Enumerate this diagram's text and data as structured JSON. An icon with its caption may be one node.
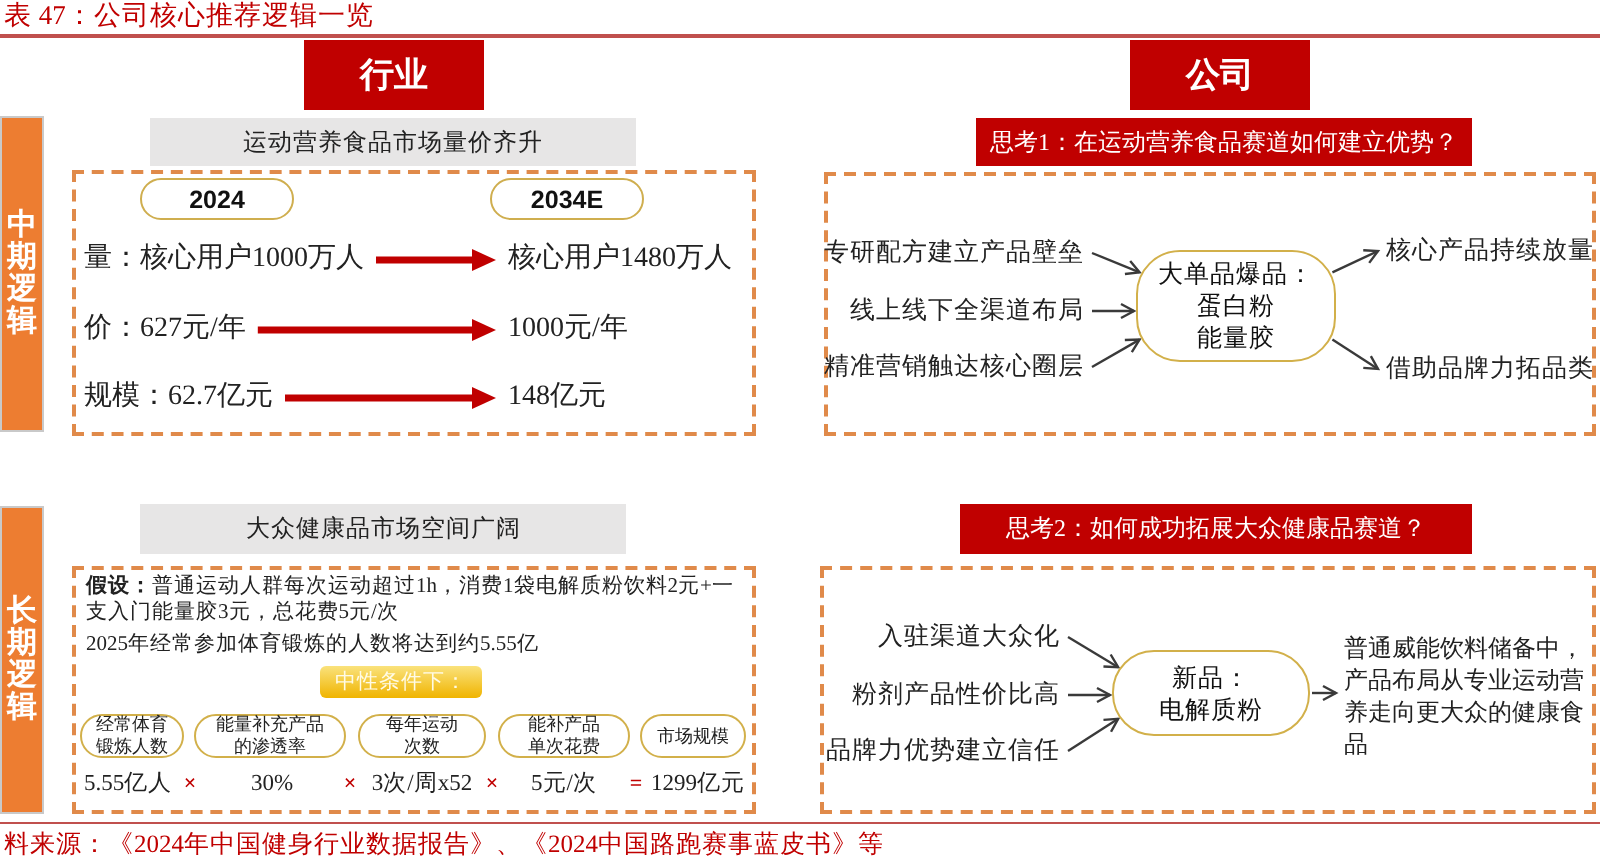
{
  "diagram": {
    "title": "表 47：公司核心推荐逻辑一览",
    "caption": "料来源：《2024年中国健身行业数据报告》、《2024中国路跑赛事蓝皮书》等",
    "nodes": [
      {
        "text": [
          "行业"
        ]
      },
      {
        "text": [
          "公司"
        ]
      },
      {
        "text": [
          "中期逻辑"
        ]
      },
      {
        "text": [
          "运动营养食品市场量价齐升"
        ]
      },
      {
        "text": [],
        "shape": "box"
      },
      {
        "text": [
          "2024"
        ],
        "in": 4
      },
      {
        "text": [
          "2034E"
        ],
        "in": 4
      },
      {
        "text": [
          "量：核心用户1000万人"
        ],
        "in": 4
      },
      {
        "text": [
          "核心用户1480万人"
        ],
        "in": 4
      },
      {
        "text": [
          "价：627元/年"
        ],
        "in": 4
      },
      {
        "text": [
          "1000元/年"
        ],
        "in": 4
      },
      {
        "text": [
          "规模：62.7亿元"
        ],
        "in": 4
      },
      {
        "text": [
          "148亿元"
        ],
        "in": 4
      },
      {
        "text": [
          "思考1：在运动营养食品赛道如何建立优势？"
        ]
      },
      {
        "text": [],
        "shape": "box"
      },
      {
        "text": [
          "专研配方建立产品壁垒"
        ],
        "in": 14
      },
      {
        "text": [
          "线上线下全渠道布局"
        ],
        "in": 14
      },
      {
        "text": [
          "精准营销触达核心圈层"
        ],
        "in": 14
      },
      {
        "text": [
          "大单品爆品：",
          "蛋白粉",
          "能量胶"
        ],
        "in": 14
      },
      {
        "text": [
          "核心产品持续放量"
        ],
        "in": 14
      },
      {
        "text": [
          "借助品牌力拓品类"
        ],
        "in": 14
      },
      {
        "text": [
          "长期逻辑"
        ]
      },
      {
        "text": [
          "大众健康品市场空间广阔"
        ]
      },
      {
        "text": [],
        "shape": "box"
      },
      {
        "text": [
          "中性条件下："
        ],
        "in": 23
      },
      {
        "text": [
          "经常体育锻炼人数"
        ],
        "in": 23
      },
      {
        "text": [
          "能量补充产品的渗透率"
        ],
        "in": 23
      },
      {
        "text": [
          "每年运动次数"
        ],
        "in": 23
      },
      {
        "text": [
          "能补产品单次花费"
        ],
        "in": 23
      },
      {
        "text": [
          "市场规模"
        ],
        "in": 23
      },
      {
        "text": [
          "思考2：如何成功拓展大众健康品赛道？"
        ]
      },
      {
        "text": [],
        "shape": "box"
      },
      {
        "text": [
          "入驻渠道大众化"
        ],
        "in": 31
      },
      {
        "text": [
          "粉剂产品性价比高"
        ],
        "in": 31
      },
      {
        "text": [
          "品牌力优势建立信任"
        ],
        "in": 31
      },
      {
        "text": [
          "新品：",
          "电解质粉"
        ],
        "in": 31
      },
      {
        "text": [
          "普通威能饮料储备中，产品布局从专业运动营养走向更大众的健康食品"
        ],
        "in": 31
      }
    ],
    "edges": [
      {
        "from": 7,
        "to": 8,
        "arrow": "to",
        "style": "thick",
        "color": "#c00000"
      },
      {
        "from": 9,
        "to": 10,
        "arrow": "to",
        "style": "thick",
        "color": "#c00000"
      },
      {
        "from": 11,
        "to": 12,
        "arrow": "to",
        "style": "thick",
        "color": "#c00000"
      },
      {
        "from": 15,
        "to": 18,
        "arrow": "to"
      },
      {
        "from": 16,
        "to": 18,
        "arrow": "to"
      },
      {
        "from": 17,
        "to": 18,
        "arrow": "to"
      },
      {
        "from": 18,
        "to": 19,
        "arrow": "to"
      },
      {
        "from": 18,
        "to": 20,
        "arrow": "to"
      },
      {
        "from": 32,
        "to": 35,
        "arrow": "to"
      },
      {
        "from": 33,
        "to": 35,
        "arrow": "to"
      },
      {
        "from": 34,
        "to": 35,
        "arrow": "to"
      },
      {
        "from": 35,
        "to": 36,
        "arrow": "to"
      }
    ],
    "labels": [
      "**假设：**普通运动人群每次运动超过1h，消费1袋电解质粉饮料2元+一支入门能量胶3元，总花费5元/次",
      "2025年经常参加体育锻炼的人数将达到约5.55亿",
      "5.55亿人",
      "×",
      "30%",
      "×",
      "3次/周x52",
      "×",
      "5元/次",
      "=",
      "1299亿元"
    ]
  }
}
